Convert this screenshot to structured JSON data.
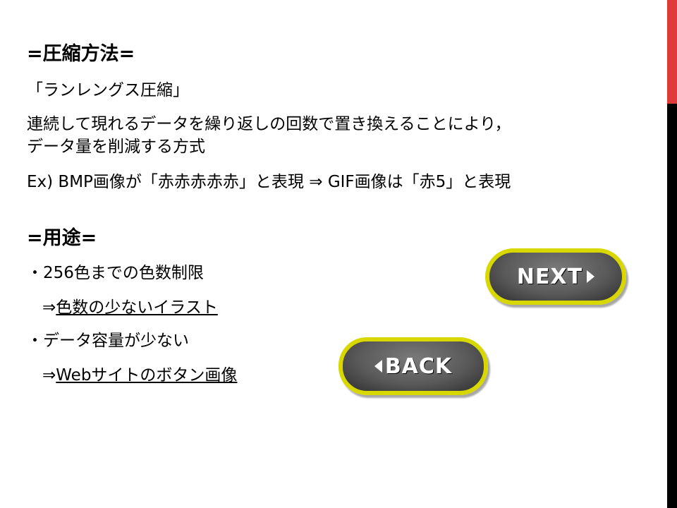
{
  "colors": {
    "accent_red": "#e03b3b",
    "bar_black": "#000000",
    "button_border": "#d8d800",
    "button_fill": "#5a5a5a"
  },
  "compression": {
    "heading": "=圧縮方法=",
    "name": "「ランレングス圧縮」",
    "desc_line1": "連続して現れるデータを繰り返しの回数で置き換えることにより，",
    "desc_line2": "データ量を削減する方式",
    "example": "Ex) BMP画像が「赤赤赤赤赤」と表現 ⇒ GIF画像は「赤5」と表現"
  },
  "usage": {
    "heading": "=用途=",
    "item1": "・256色までの色数制限",
    "item1_arrow": "⇒",
    "item1_link": "色数の少ないイラスト",
    "item2": "・データ容量が少ない",
    "item2_arrow": "⇒",
    "item2_link": "Webサイトのボタン画像"
  },
  "buttons": {
    "next_label": "NEXT",
    "back_label": "BACK",
    "next_icon": "triangle-right",
    "back_icon": "triangle-left"
  }
}
